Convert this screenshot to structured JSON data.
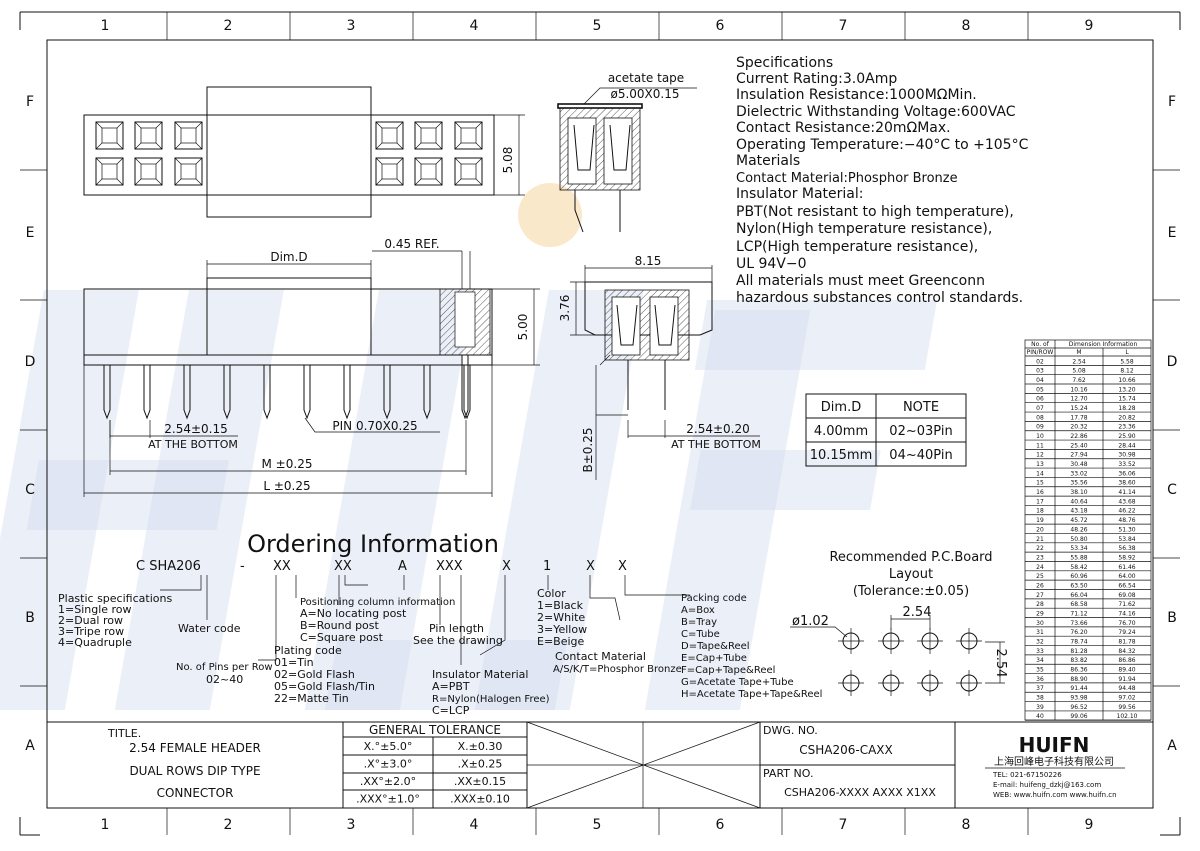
{
  "frame": {
    "columns": [
      "1",
      "2",
      "3",
      "4",
      "5",
      "6",
      "7",
      "8",
      "9"
    ],
    "rows": [
      "F",
      "E",
      "D",
      "C",
      "B",
      "A"
    ]
  },
  "views": {
    "dims": {
      "height_508": "5.08",
      "dim_d": "Dim.D",
      "ref_045": "0.45 REF.",
      "height_500": "5.00",
      "width_815": "8.15",
      "height_376": "3.76",
      "pitch_bottom": "2.54±0.15",
      "at_bottom_1": "AT THE BOTTOM",
      "pin": "PIN 0.70X0.25",
      "m": "M ±0.25",
      "l": "L ±0.25",
      "b": "B±0.25",
      "pitch_bottom_2": "2.54±0.20",
      "at_bottom_2": "AT THE BOTTOM",
      "acetate": "acetate tape",
      "acetate_dim": "ø5.00X0.15"
    }
  },
  "specs": {
    "lines": [
      "Specifications",
      "Current Rating:3.0Amp",
      "Insulation Resistance:1000MΩMin.",
      "Dielectric Withstanding Voltage:600VAC",
      "Contact Resistance:20mΩMax.",
      "Operating Temperature:−40°C to +105°C",
      "Materials",
      "Contact Material:Phosphor Bronze",
      "Insulator Material:",
      "PBT(Not resistant to high temperature),",
      "Nylon(High temperature resistance),",
      "LCP(High temperature resistance),",
      "UL 94V−0",
      "All materials must meet Greenconn",
      "hazardous substances control standards."
    ]
  },
  "dim_d_table": {
    "headers": [
      "Dim.D",
      "NOTE"
    ],
    "rows": [
      [
        "4.00mm",
        "02~03Pin"
      ],
      [
        "10.15mm",
        "04~40Pin"
      ]
    ]
  },
  "dimension_table": {
    "head_left_1": "No. of",
    "head_left_2": "PIN/ROW",
    "head_group": "Dimension Information",
    "col_m": "M",
    "col_l": "L",
    "rows": [
      [
        "02",
        "2.54",
        "5.58"
      ],
      [
        "03",
        "5.08",
        "8.12"
      ],
      [
        "04",
        "7.62",
        "10.66"
      ],
      [
        "05",
        "10.16",
        "13.20"
      ],
      [
        "06",
        "12.70",
        "15.74"
      ],
      [
        "07",
        "15.24",
        "18.28"
      ],
      [
        "08",
        "17.78",
        "20.82"
      ],
      [
        "09",
        "20.32",
        "23.36"
      ],
      [
        "10",
        "22.86",
        "25.90"
      ],
      [
        "11",
        "25.40",
        "28.44"
      ],
      [
        "12",
        "27.94",
        "30.98"
      ],
      [
        "13",
        "30.48",
        "33.52"
      ],
      [
        "14",
        "33.02",
        "36.06"
      ],
      [
        "15",
        "35.56",
        "38.60"
      ],
      [
        "16",
        "38.10",
        "41.14"
      ],
      [
        "17",
        "40.64",
        "43.68"
      ],
      [
        "18",
        "43.18",
        "46.22"
      ],
      [
        "19",
        "45.72",
        "48.76"
      ],
      [
        "20",
        "48.26",
        "51.30"
      ],
      [
        "21",
        "50.80",
        "53.84"
      ],
      [
        "22",
        "53.34",
        "56.38"
      ],
      [
        "23",
        "55.88",
        "58.92"
      ],
      [
        "24",
        "58.42",
        "61.46"
      ],
      [
        "25",
        "60.96",
        "64.00"
      ],
      [
        "26",
        "63.50",
        "66.54"
      ],
      [
        "27",
        "66.04",
        "69.08"
      ],
      [
        "28",
        "68.58",
        "71.62"
      ],
      [
        "29",
        "71.12",
        "74.16"
      ],
      [
        "30",
        "73.66",
        "76.70"
      ],
      [
        "31",
        "76.20",
        "79.24"
      ],
      [
        "32",
        "78.74",
        "81.78"
      ],
      [
        "33",
        "81.28",
        "84.32"
      ],
      [
        "34",
        "83.82",
        "86.86"
      ],
      [
        "35",
        "86.36",
        "89.40"
      ],
      [
        "36",
        "88.90",
        "91.94"
      ],
      [
        "37",
        "91.44",
        "94.48"
      ],
      [
        "38",
        "93.98",
        "97.02"
      ],
      [
        "39",
        "96.52",
        "99.56"
      ],
      [
        "40",
        "99.06",
        "102.10"
      ]
    ]
  },
  "ordering": {
    "title": "Ordering Information",
    "code_parts": [
      "C SHA206",
      "-",
      "XX",
      "XX",
      "A",
      "XXX",
      "X",
      "1",
      "X",
      "X"
    ],
    "plastic": [
      "Plastic specifications",
      "1=Single row",
      "2=Dual row",
      "3=Tripe row",
      "4=Quadruple"
    ],
    "water_code": "Water code",
    "pins_per_row": [
      "No. of Pins per Row",
      "02~40"
    ],
    "plating": [
      "Plating code",
      "01=Tin",
      "02=Gold Flash",
      "05=Gold Flash/Tin",
      "22=Matte Tin"
    ],
    "positioning": [
      "Positioning column information",
      "A=No locating post",
      "B=Round post",
      "C=Square post"
    ],
    "insulator": [
      "Insulator Material",
      "A=PBT",
      "R=Nylon(Halogen Free)",
      "C=LCP"
    ],
    "pin_length": [
      "Pin length",
      "See the drawing"
    ],
    "color": [
      "Color",
      "1=Black",
      "2=White",
      "3=Yellow",
      "E=Beige"
    ],
    "contact": [
      "Contact Material",
      "A/S/K/T=Phosphor Bronze"
    ],
    "packing": [
      "Packing code",
      "A=Box",
      "B=Tray",
      "C=Tube",
      "D=Tape&Reel",
      "E=Cap+Tube",
      "F=Cap+Tape&Reel",
      "G=Acetate Tape+Tube",
      "H=Acetate Tape+Tape&Reel"
    ]
  },
  "pcb": {
    "title": [
      "Recommended P.C.Board",
      "Layout",
      "(Tolerance:±0.05)"
    ],
    "hole": "ø1.02",
    "pitch_h": "2.54",
    "pitch_v": "2.54"
  },
  "title_block": {
    "label": "TITLE.",
    "title_lines": [
      "2.54 FEMALE HEADER",
      "DUAL ROWS DIP TYPE",
      "CONNECTOR"
    ],
    "tolerance_header": "GENERAL TOLERANCE",
    "tolerance_rows": [
      [
        "X.°±5.0°",
        "X.±0.30"
      ],
      [
        ".X°±3.0°",
        ".X±0.25"
      ],
      [
        ".XX°±2.0°",
        ".XX±0.15"
      ],
      [
        ".XXX°±1.0°",
        ".XXX±0.10"
      ]
    ],
    "dwg_label": "DWG. NO.",
    "dwg_no": "CSHA206-CAXX",
    "part_label": "PART NO.",
    "part_no": "CSHA206-XXXX AXXX X1XX",
    "company_logo": "HUIFN",
    "company_name": "上海回峰电子科技有限公司",
    "tel": "TEL: 021-67150226",
    "email": "E-mail: huifeng_dzkj@163.com",
    "web": "WEB: www.huifn.com  www.huifn.cn"
  }
}
